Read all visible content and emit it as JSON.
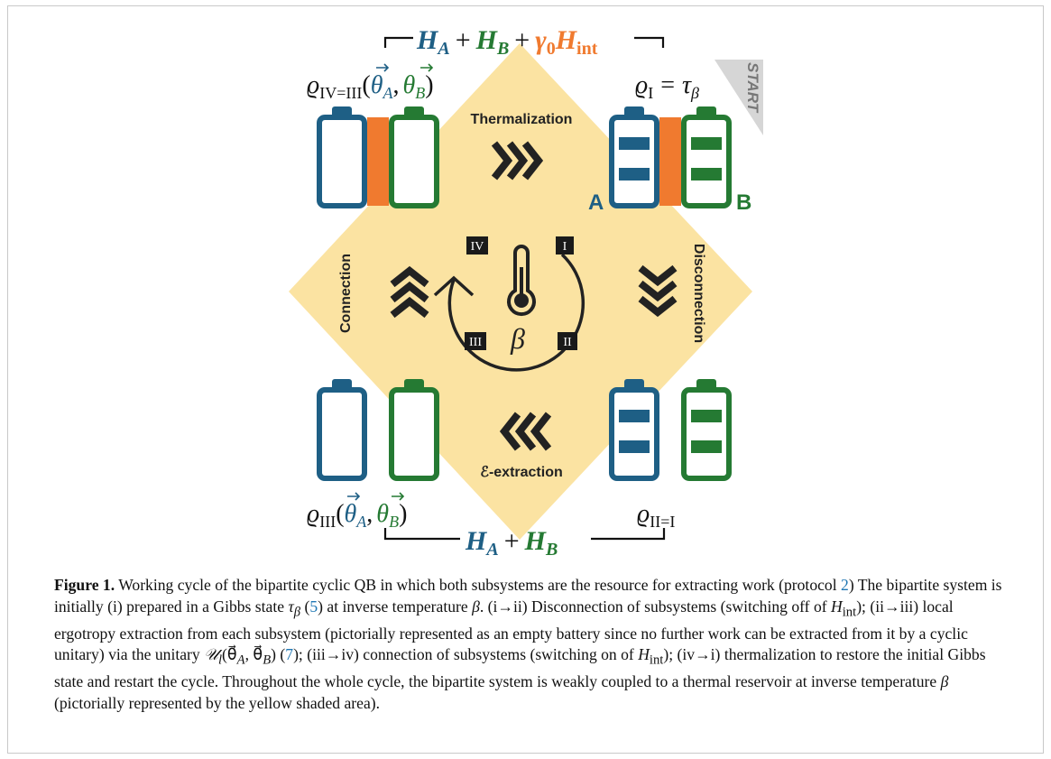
{
  "colors": {
    "battery_a": "#1e5f85",
    "battery_b": "#257a33",
    "interaction": "#f07a2f",
    "reservoir": "#fbe3a2",
    "arrow": "#222222",
    "start_wedge": "#d4d4d4"
  },
  "top_hamiltonian": {
    "ha": "H",
    "ha_sub": "A",
    "plus1": "+",
    "hb": "H",
    "hb_sub": "B",
    "plus2": "+",
    "gamma": "γ",
    "gamma_sub": "0",
    "hint": "H",
    "hint_sub": "int"
  },
  "bottom_hamiltonian": {
    "ha": "H",
    "ha_sub": "A",
    "plus": "+",
    "hb": "H",
    "hb_sub": "B"
  },
  "states": {
    "iv": {
      "rho": "ϱ",
      "sub": "IV=III",
      "open": "(",
      "theta": "θ",
      "sub_a": "A",
      "comma": ",",
      "sub_b": "B",
      "close": ")"
    },
    "i": {
      "rho": "ϱ",
      "sub": "I",
      "eq": "=",
      "tau": "τ",
      "tau_sub": "β"
    },
    "iii": {
      "rho": "ϱ",
      "sub": "III",
      "open": "(",
      "theta": "θ",
      "sub_a": "A",
      "comma": ",",
      "sub_b": "B",
      "close": ")"
    },
    "ii": {
      "rho": "ϱ",
      "sub": "II=I"
    }
  },
  "labels": {
    "start": "START",
    "thermalization": "Thermalization",
    "disconnection": "Disconnection",
    "connection": "Connection",
    "extraction": "ℰ-extraction",
    "battery_a": "A",
    "battery_b": "B",
    "beta": "β"
  },
  "stages": [
    "I",
    "II",
    "III",
    "IV"
  ],
  "icons": [
    "thermometer-icon",
    "cycle-arrow-icon",
    "chevron-right-icon",
    "chevron-down-icon",
    "chevron-left-icon",
    "chevron-up-icon",
    "battery-icon"
  ],
  "caption": {
    "label": "Figure 1.",
    "p1": " Working cycle of the bipartite cyclic QB in which both subsystems are the resource for extracting work (protocol ",
    "ref_protocol": "2",
    "p2": ") The bipartite system is initially (i) prepared in a Gibbs state ",
    "tau": "τ",
    "tau_sub": "β",
    "p3": " (",
    "ref_gibbs": "5",
    "p4": ") at inverse temperature ",
    "beta1": "β",
    "p5": ". (i→ii) Disconnection of subsystems (switching off of ",
    "hint1": "H",
    "hint1_sub": "int",
    "p6": "); (ii→iii) local ergotropy extraction from each subsystem (pictorially represented as an empty battery since no further work can be extracted from it by a cyclic unitary) via the unitary ",
    "u": "𝒰",
    "u_sub": "l",
    "u_args": "(θ⃗",
    "u_sub_a": "A",
    "u_comma": ", θ⃗",
    "u_sub_b": "B",
    "u_close": ")",
    "p7": " (",
    "ref_unitary": "7",
    "p8": "); (iii→iv) connection of subsystems (switching on of ",
    "hint2": "H",
    "hint2_sub": "int",
    "p9": "); (iv→i) thermalization to restore the initial Gibbs state and restart the cycle. Throughout the whole cycle, the bipartite system is weakly coupled to a thermal reservoir at inverse temperature ",
    "beta2": "β",
    "p10": " (pictorially represented by the yellow shaded area)."
  }
}
